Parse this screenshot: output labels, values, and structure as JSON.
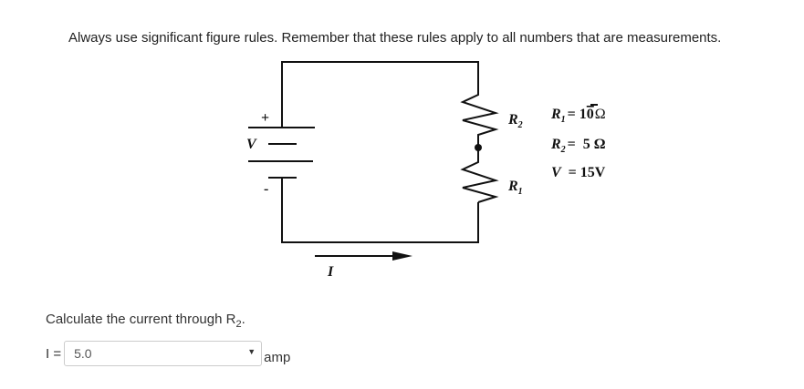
{
  "instructions": "Always use significant figure rules. Remember that these rules apply to all numbers that are measurements.",
  "diagram": {
    "battery_plus": "+",
    "battery_minus": "-",
    "battery_label": "V",
    "r2_label": "R",
    "r2_sub": "2",
    "r1_label": "R",
    "r1_sub": "1",
    "current_label": "I",
    "values": {
      "r1": {
        "name": "R",
        "sub": "1",
        "eq": "= 1",
        "digit": "0",
        "unit": "Ω"
      },
      "r2": {
        "name": "R",
        "sub": "2",
        "eq": "=  5 Ω"
      },
      "v": {
        "name": "V",
        "eq": " = 15V"
      }
    }
  },
  "question": {
    "text": "Calculate the current through R",
    "sub": "2",
    "end": "."
  },
  "answer": {
    "prefix": "I =",
    "value": "5.0",
    "unit": "amp",
    "dropdown_arrow": "▼"
  }
}
